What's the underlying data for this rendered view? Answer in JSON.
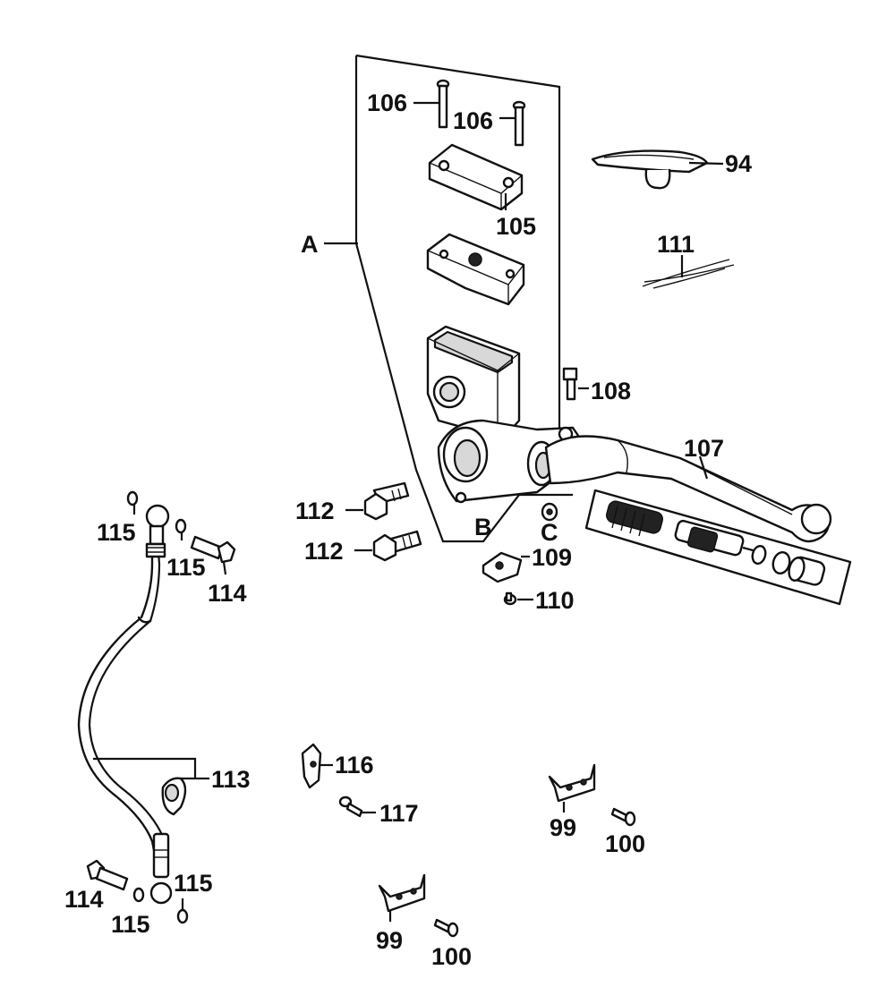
{
  "labels": {
    "l106a": "106",
    "l106b": "106",
    "l94": "94",
    "l105": "105",
    "lA": "A",
    "l111": "111",
    "l108": "108",
    "l107": "107",
    "l112a": "112",
    "l112b": "112",
    "lB": "B",
    "lC": "C",
    "l109": "109",
    "l110": "110",
    "l115a": "115",
    "l115b": "115",
    "l114a": "114",
    "l113": "113",
    "l116": "116",
    "l117": "117",
    "l99a": "99",
    "l100a": "100",
    "l114b": "114",
    "l115c": "115",
    "l115d": "115",
    "l99b": "99",
    "l100b": "100"
  }
}
